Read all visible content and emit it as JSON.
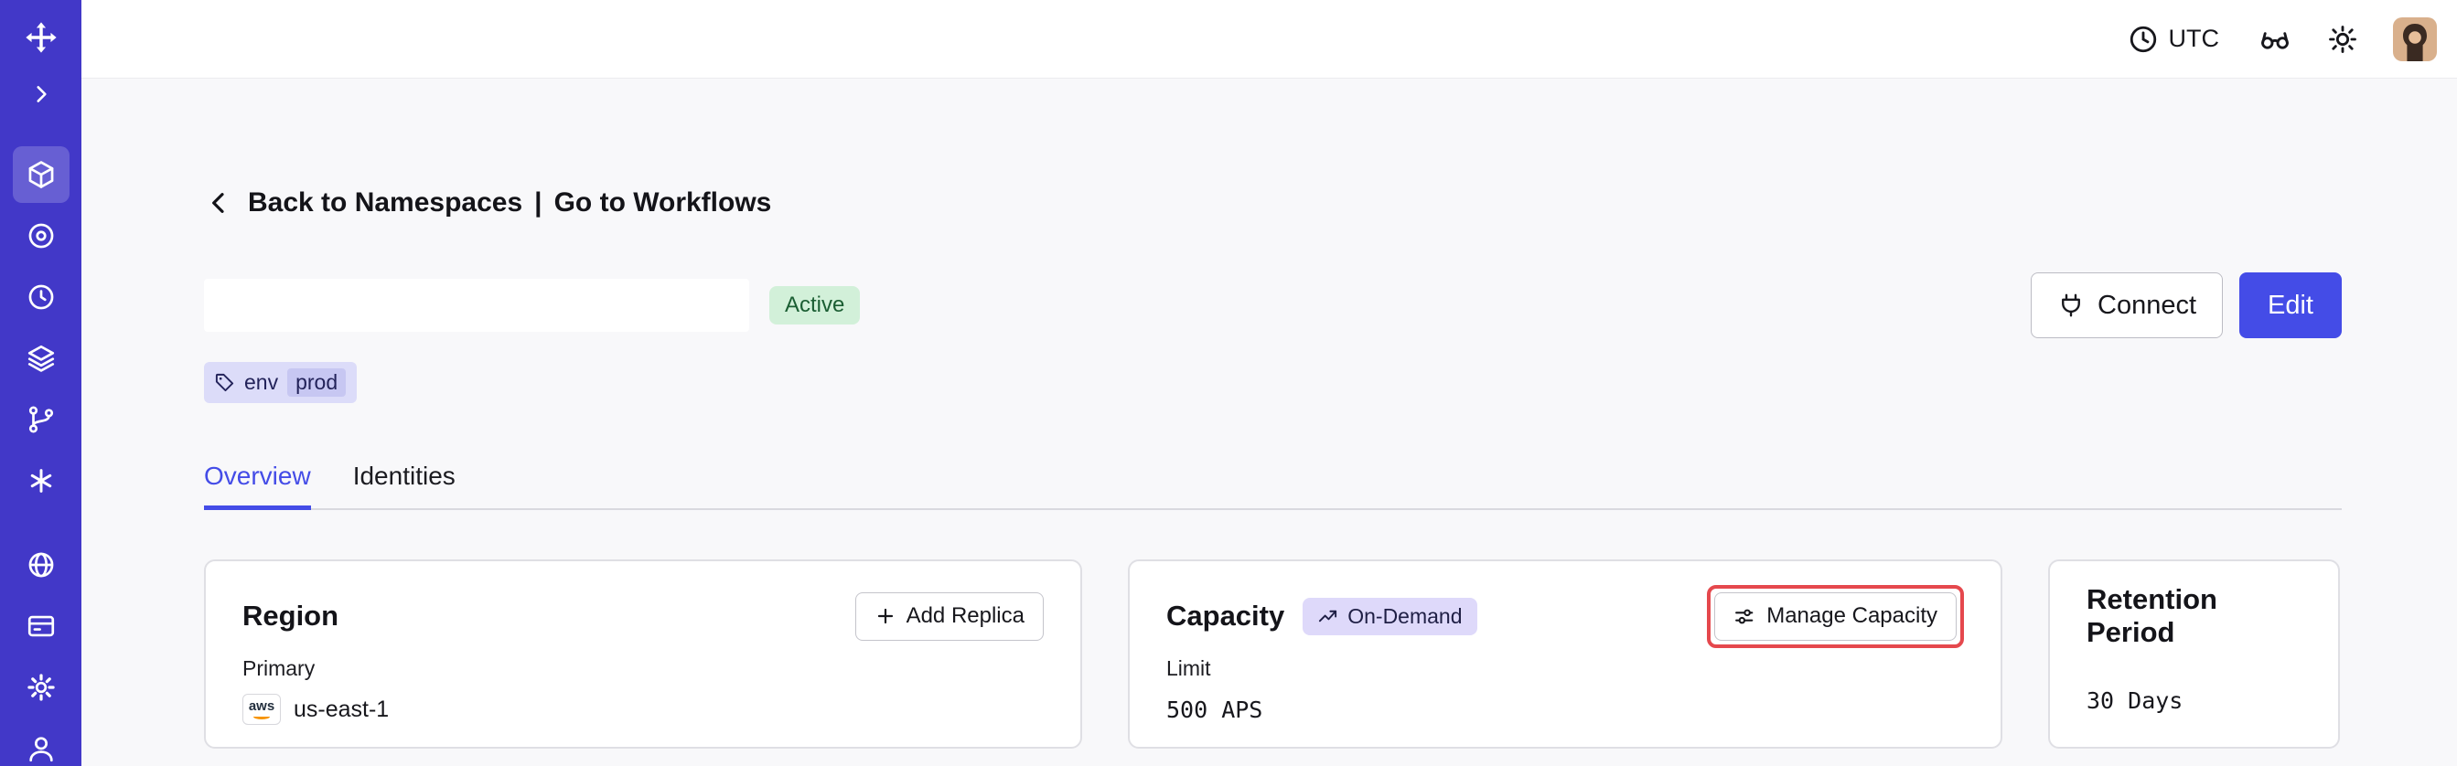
{
  "colors": {
    "sidebar_bg": "#4238c8",
    "accent": "#444ce7",
    "annotation_red": "#e5484d",
    "active_badge_bg": "#d2f0d9",
    "tag_chip_bg": "#dcdcf9",
    "ondemand_badge_bg": "#ded9fa"
  },
  "topbar": {
    "timezone": "UTC",
    "icons": [
      "clock-icon",
      "glasses-icon",
      "sun-icon",
      "user-avatar"
    ]
  },
  "sidebar": {
    "items": [
      {
        "icon": "logo-icon"
      },
      {
        "icon": "expand-chevron-icon"
      },
      {
        "icon": "namespaces-icon",
        "active": true
      },
      {
        "icon": "workflows-icon"
      },
      {
        "icon": "schedules-icon"
      },
      {
        "icon": "task-queues-icon"
      },
      {
        "icon": "deployments-icon"
      },
      {
        "icon": "nexus-icon"
      },
      {
        "icon": "usage-icon"
      },
      {
        "icon": "billing-icon"
      },
      {
        "icon": "settings-icon"
      },
      {
        "icon": "account-icon"
      }
    ]
  },
  "header": {
    "back_label": "Back to Namespaces",
    "separator": "|",
    "workflows_label": "Go to Workflows",
    "status": "Active",
    "tag": {
      "key": "env",
      "value": "prod"
    },
    "connect_label": "Connect",
    "edit_label": "Edit"
  },
  "tabs": {
    "overview": "Overview",
    "identities": "Identities"
  },
  "cards": {
    "region": {
      "title": "Region",
      "add_replica_label": "Add Replica",
      "label": "Primary",
      "provider": "aws",
      "value": "us-east-1"
    },
    "capacity": {
      "title": "Capacity",
      "badge": "On-Demand",
      "manage_label": "Manage Capacity",
      "label": "Limit",
      "value": "500 APS"
    },
    "retention": {
      "title": "Retention Period",
      "value": "30 Days"
    }
  }
}
